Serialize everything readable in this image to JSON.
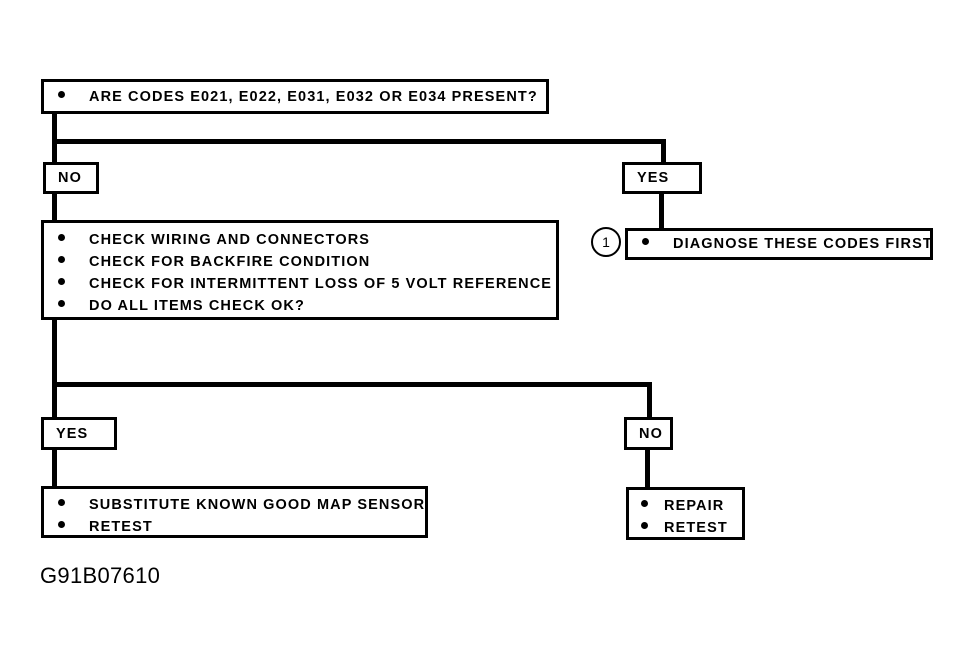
{
  "diagram": {
    "caption": "G91B07610",
    "ink_color": "#000000",
    "background_color": "#ffffff",
    "nodes": {
      "question": {
        "bullets": [
          "ARE CODES E021, E022, E031, E032  OR E034 PRESENT?"
        ]
      },
      "checks": {
        "bullets": [
          "CHECK WIRING AND CONNECTORS",
          "CHECK FOR BACKFIRE CONDITION",
          "CHECK FOR INTERMITTENT LOSS OF 5 VOLT REFERENCE",
          "DO ALL ITEMS CHECK OK?"
        ]
      },
      "diagnose_first": {
        "bullets": [
          "DIAGNOSE THESE CODES FIRST"
        ],
        "reference_marker": "1"
      },
      "substitute_map": {
        "bullets": [
          "SUBSTITUTE KNOWN GOOD MAP SENSOR",
          "RETEST"
        ]
      },
      "repair": {
        "bullets": [
          "REPAIR",
          "RETEST"
        ]
      }
    },
    "branch_labels": {
      "q_no": "NO",
      "q_yes": "YES",
      "checks_yes": "YES",
      "checks_no": "NO"
    }
  }
}
